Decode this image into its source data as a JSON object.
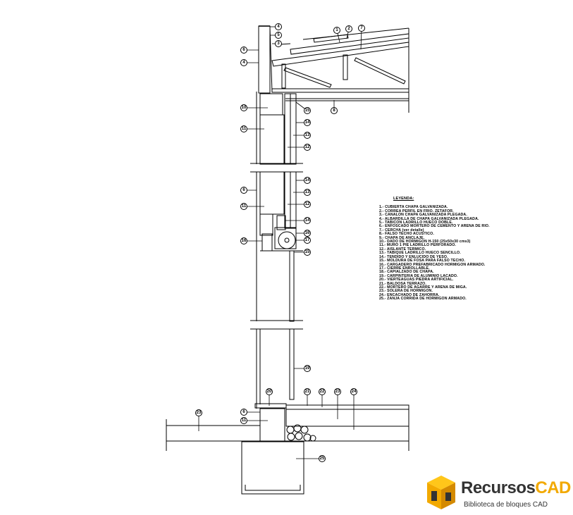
{
  "legend": {
    "title": "LEYENDA:",
    "items": [
      "1.- CUBIERTA CHAPA GALVANIZADA.",
      "2.- CORREA PERFIL EN FRIO. ZETAFOR.",
      "3.- CANALON CHAPA GALVANIZADA PLEGADA.",
      "4.- ALBARDILLA DE CHAPA GALVANIZADA PLEGADA.",
      "5.- TABICON LADRILLO HUECO DOBLE.",
      "6.- ENFOSCADO MORTERO DE CEMENTO Y ARENA DE RIO.",
      "7.- CERCHA (ver detalle)",
      "8.- FALSO TECHO ACUSTICO.",
      "9.- CHAPA DE ANCLAJE.",
      "10.- DADO DE HORMIGON H-150 (25x50x30 cms3)",
      "11.- MURO 1 PIE LADRILLO PERFORADO.",
      "12.- AISLANTE TERMICO.",
      "13.- TABIQUE LADRILLO HUECO SENCILLO.",
      "14.- TENDIDO Y ENLUCIDO DE YESO.",
      "15.- MOLDURA DE FOSA PARA FALSO TECHO.",
      "16.- CARGADERO PREFABRICADO HORMIGON ARMADO.",
      "17.- CIERRE ENROLLABLE.",
      "18.- CAPIALZADO DE CHAPA.",
      "19.- CARPINTERIA DE ALUMINIO LACADO.",
      "20.- VIERTEAGUAS PIEDRA ARTIFICIAL.",
      "21.- BALDOSA TERRAZO.",
      "22.- MORTERO DE AGARRE Y ARENA DE MIGA.",
      "23.- SOLERA DE HORMIGON.",
      "24.- ENCACHADO DE ZAHORRA.",
      "25.- ZANJA CORRIDA DE HORMIGON ARMADO."
    ]
  },
  "callouts": [
    "4",
    "5",
    "3",
    "6",
    "4",
    "1",
    "2",
    "7",
    "10",
    "8",
    "15",
    "11",
    "14",
    "13",
    "12",
    "14",
    "6",
    "13",
    "11",
    "12",
    "14",
    "16",
    "17",
    "16",
    "15",
    "19",
    "20",
    "21",
    "22",
    "23",
    "24",
    "6",
    "11",
    "23",
    "25"
  ],
  "logo": {
    "brand_a": "Recursos",
    "brand_b": "CAD",
    "subtitle": "Biblioteca de bloques CAD",
    "accent": "#f2a900"
  }
}
